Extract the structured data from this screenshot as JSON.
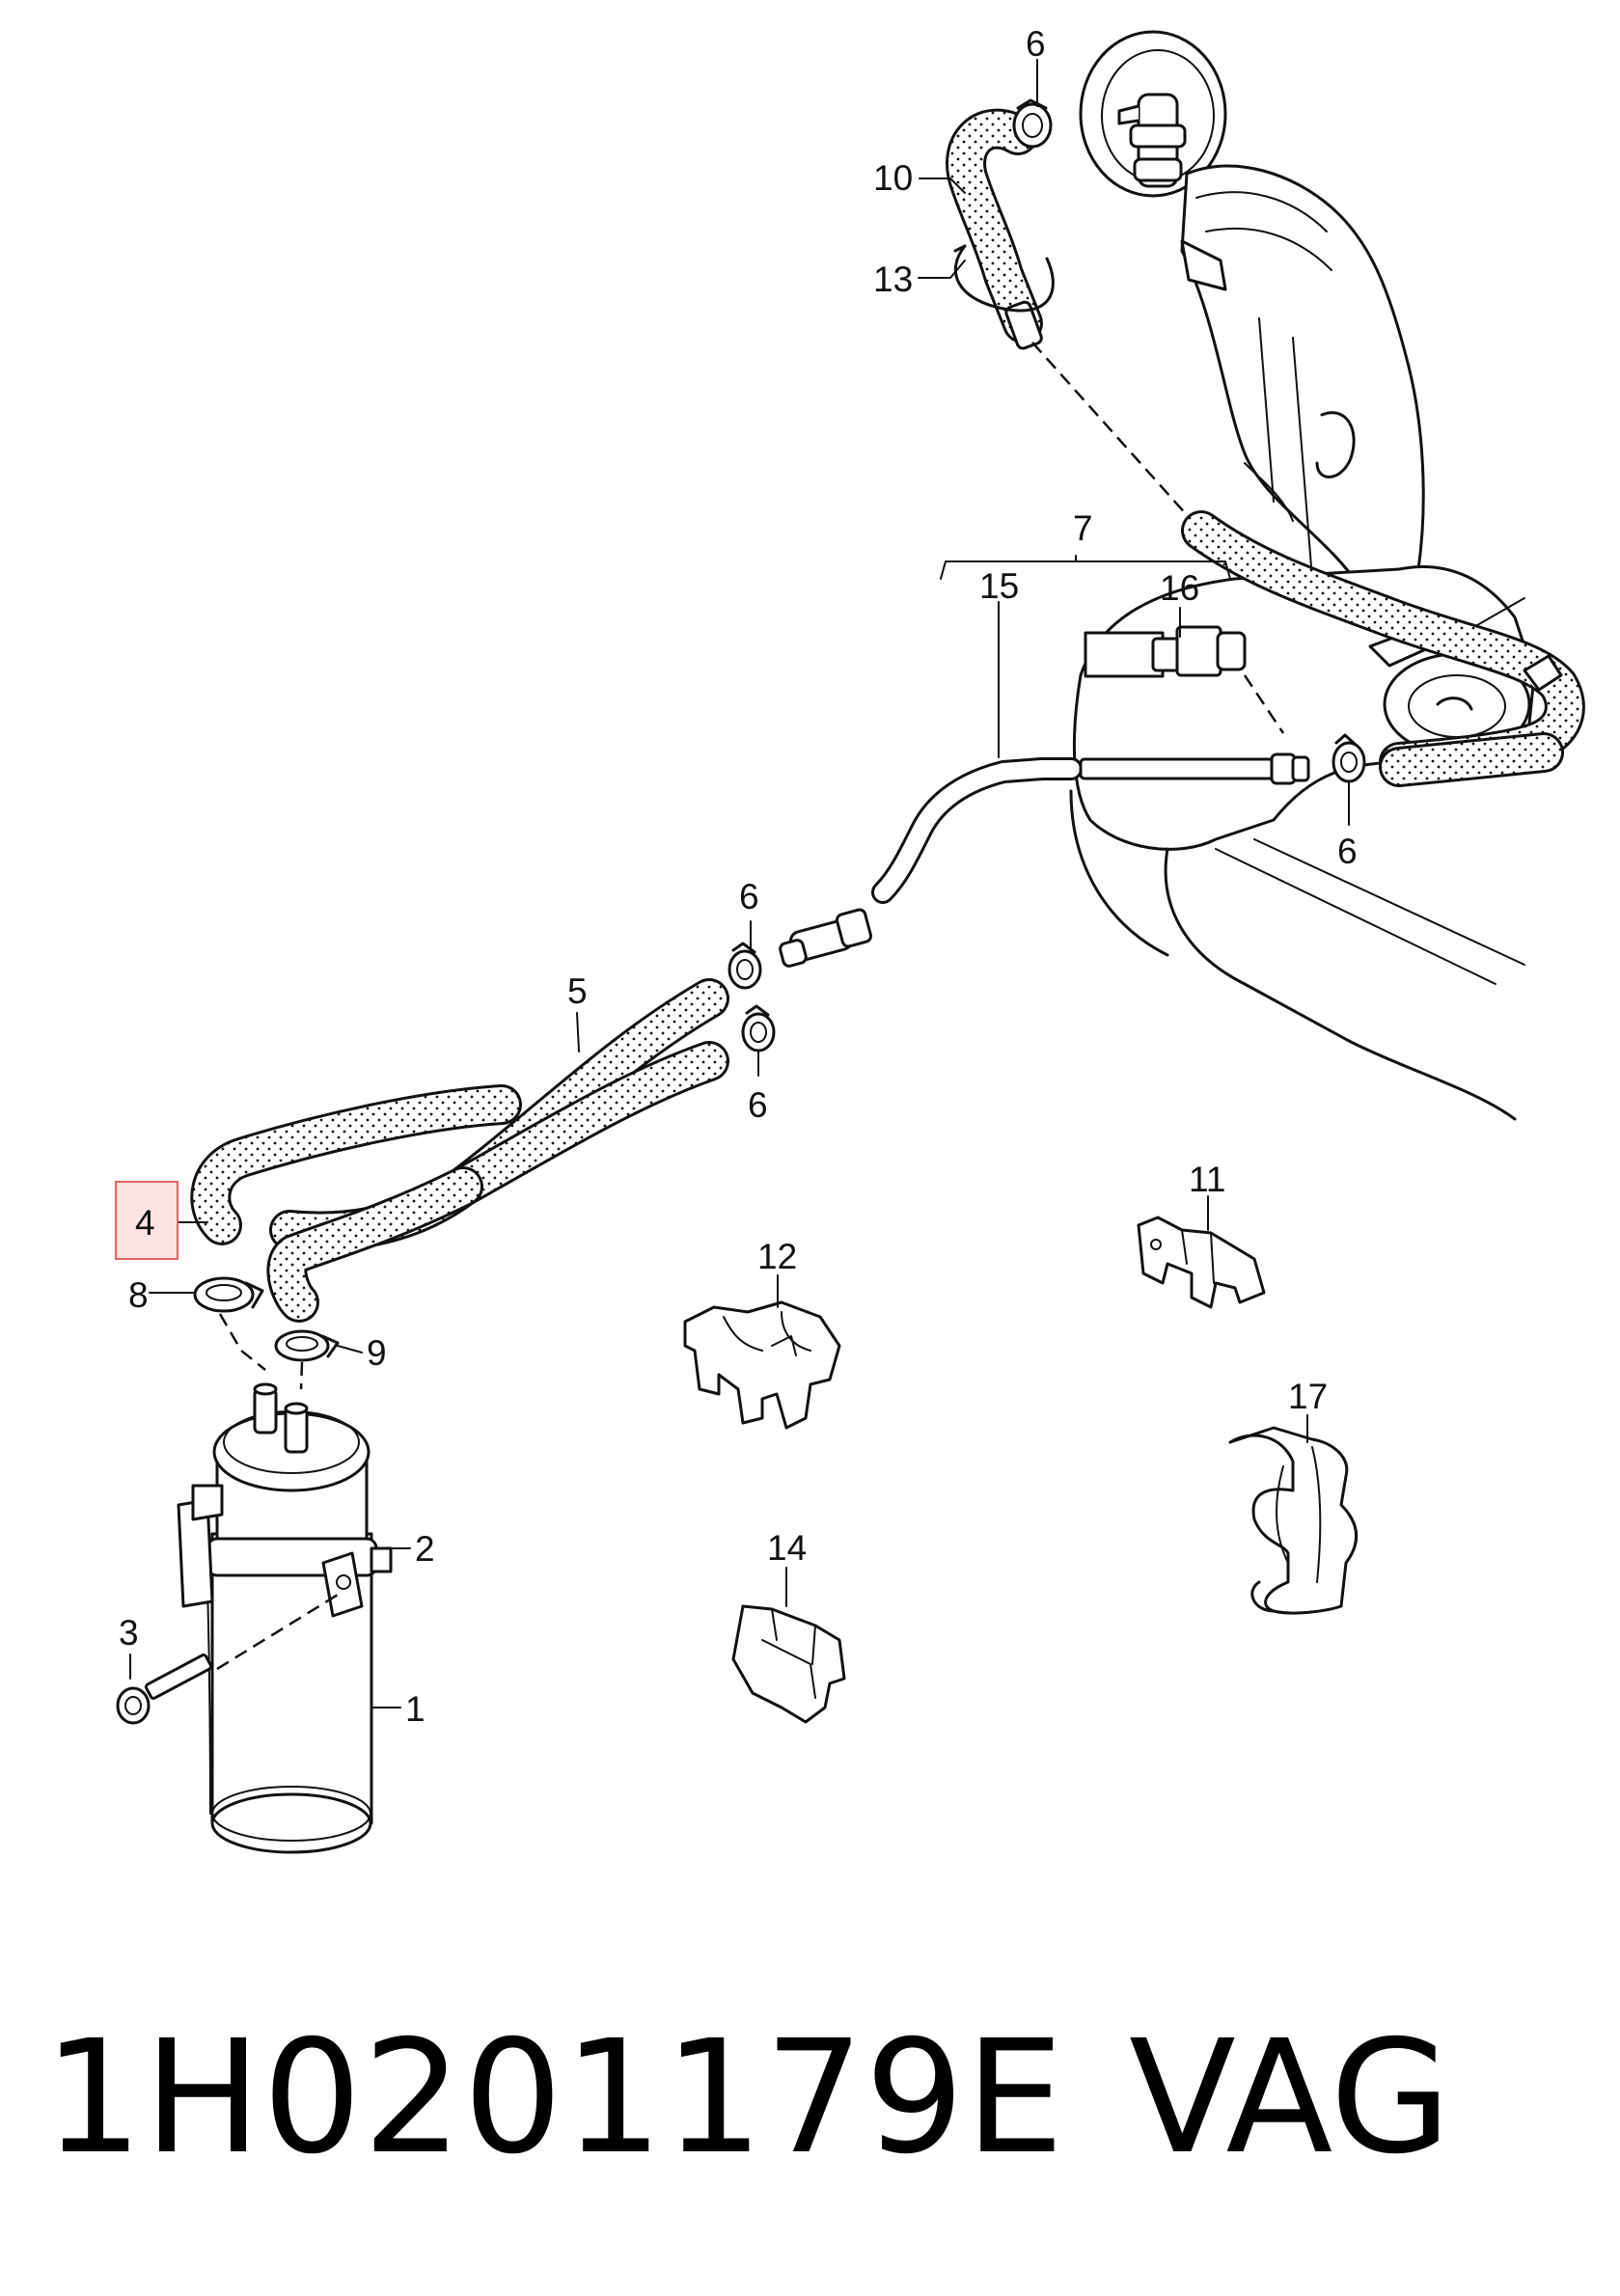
{
  "diagram": {
    "callouts": [
      {
        "id": "c1",
        "label": "1"
      },
      {
        "id": "c2",
        "label": "2"
      },
      {
        "id": "c3",
        "label": "3"
      },
      {
        "id": "c4",
        "label": "4",
        "highlighted": true
      },
      {
        "id": "c5",
        "label": "5"
      },
      {
        "id": "c6a",
        "label": "6"
      },
      {
        "id": "c6b",
        "label": "6"
      },
      {
        "id": "c6c",
        "label": "6"
      },
      {
        "id": "c6d",
        "label": "6"
      },
      {
        "id": "c7",
        "label": "7"
      },
      {
        "id": "c8",
        "label": "8"
      },
      {
        "id": "c9",
        "label": "9"
      },
      {
        "id": "c10",
        "label": "10"
      },
      {
        "id": "c11",
        "label": "11"
      },
      {
        "id": "c12",
        "label": "12"
      },
      {
        "id": "c13",
        "label": "13"
      },
      {
        "id": "c14",
        "label": "14"
      },
      {
        "id": "c15",
        "label": "15"
      },
      {
        "id": "c16",
        "label": "16"
      },
      {
        "id": "c17",
        "label": "17"
      }
    ],
    "highlight_color": "#e06666",
    "line_color": "#111111"
  },
  "footer": {
    "part_number": "1H0201179E",
    "brand": "VAG"
  }
}
